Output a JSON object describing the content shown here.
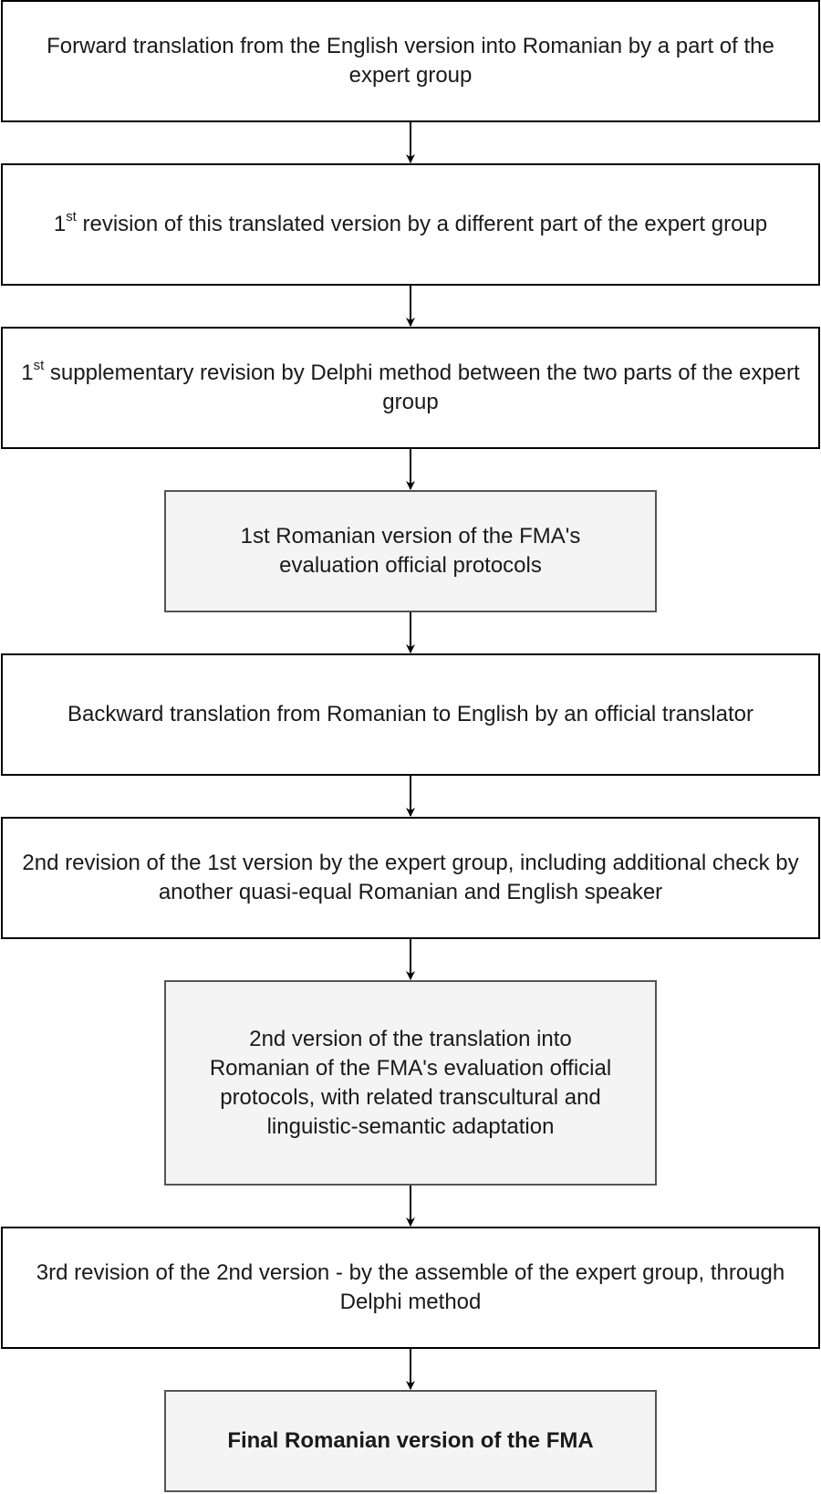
{
  "diagram": {
    "nodes": [
      {
        "id": "step1",
        "type": "step",
        "text": "Forward translation from the English version into Romanian by a part of the expert group"
      },
      {
        "id": "step2",
        "type": "step",
        "prefix": "1",
        "sup": "st",
        "text": " revision of this translated version by a different part of the expert group"
      },
      {
        "id": "step3",
        "type": "step",
        "prefix": "1",
        "sup": "st",
        "text": " supplementary revision by Delphi method between the two parts of the expert group"
      },
      {
        "id": "output1",
        "type": "output",
        "text": "1st Romanian version of the FMA's evaluation official protocols"
      },
      {
        "id": "step4",
        "type": "step",
        "text": "Backward translation from Romanian to English by an official translator"
      },
      {
        "id": "step5",
        "type": "step",
        "text": "2nd revision of the 1st version by the expert group, including additional check by another quasi-equal Romanian and English speaker"
      },
      {
        "id": "output2",
        "type": "output",
        "text": "2nd version of the translation into Romanian of the FMA's evaluation official protocols, with related transcultural and linguistic-semantic adaptation"
      },
      {
        "id": "step6",
        "type": "step",
        "text": "3rd revision of the 2nd version - by the assemble of the expert group, through Delphi method"
      },
      {
        "id": "final",
        "type": "output",
        "text": "Final Romanian version of the FMA"
      }
    ],
    "edges": [
      {
        "from": "step1",
        "to": "step2"
      },
      {
        "from": "step2",
        "to": "step3"
      },
      {
        "from": "step3",
        "to": "output1"
      },
      {
        "from": "output1",
        "to": "step4"
      },
      {
        "from": "step4",
        "to": "step5"
      },
      {
        "from": "step5",
        "to": "output2"
      },
      {
        "from": "output2",
        "to": "step6"
      },
      {
        "from": "step6",
        "to": "final"
      }
    ],
    "colors": {
      "step_fill": "#ffffff",
      "step_border": "#000000",
      "output_fill": "#f4f4f4",
      "output_border": "#555555",
      "arrow": "#000000"
    }
  }
}
